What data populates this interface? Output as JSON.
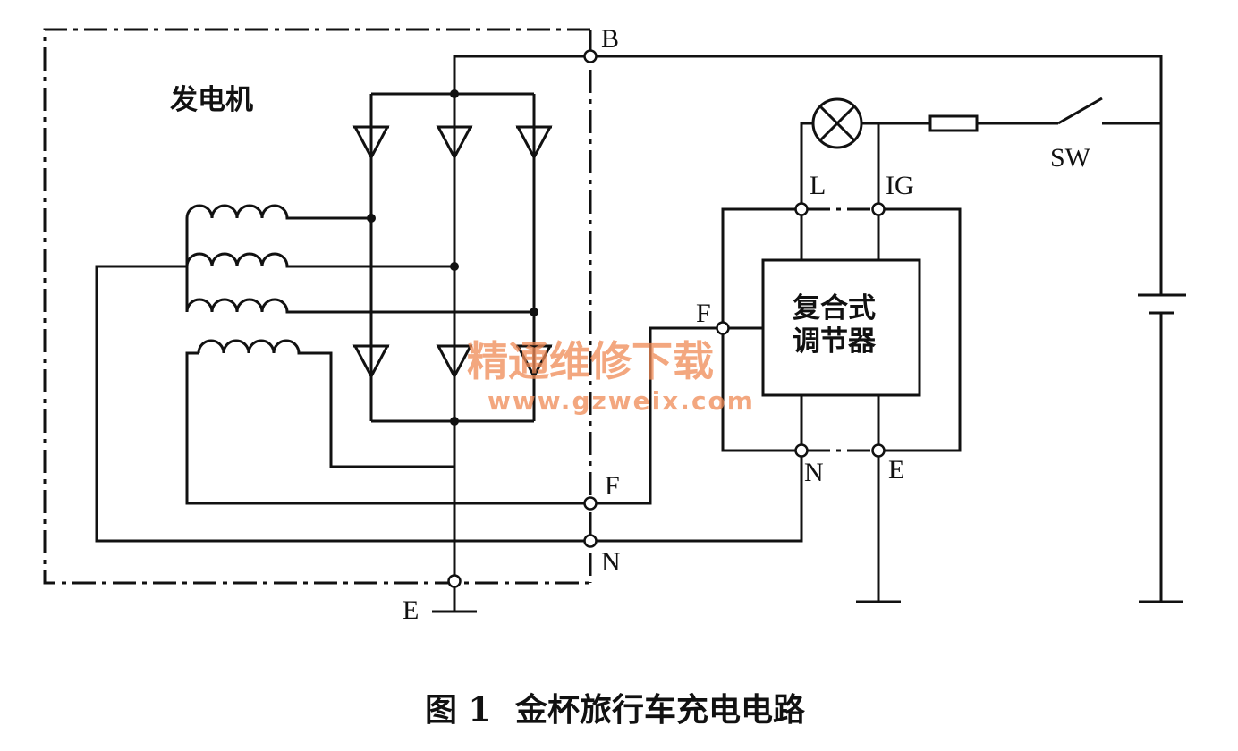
{
  "generator": {
    "label": "发电机"
  },
  "regulator": {
    "line1": "复合式",
    "line2": "调节器"
  },
  "terminals": {
    "gen_b": "B",
    "gen_f": "F",
    "gen_n": "N",
    "gen_e": "E",
    "reg_l": "L",
    "reg_ig": "IG",
    "reg_f": "F",
    "reg_n": "N",
    "reg_e": "E"
  },
  "switch": {
    "label": "SW"
  },
  "caption": {
    "number": "图 1",
    "title": "金杯旅行车充电电路"
  },
  "watermark": {
    "text": "精通维修下载",
    "url": "www.gzweix.com"
  }
}
